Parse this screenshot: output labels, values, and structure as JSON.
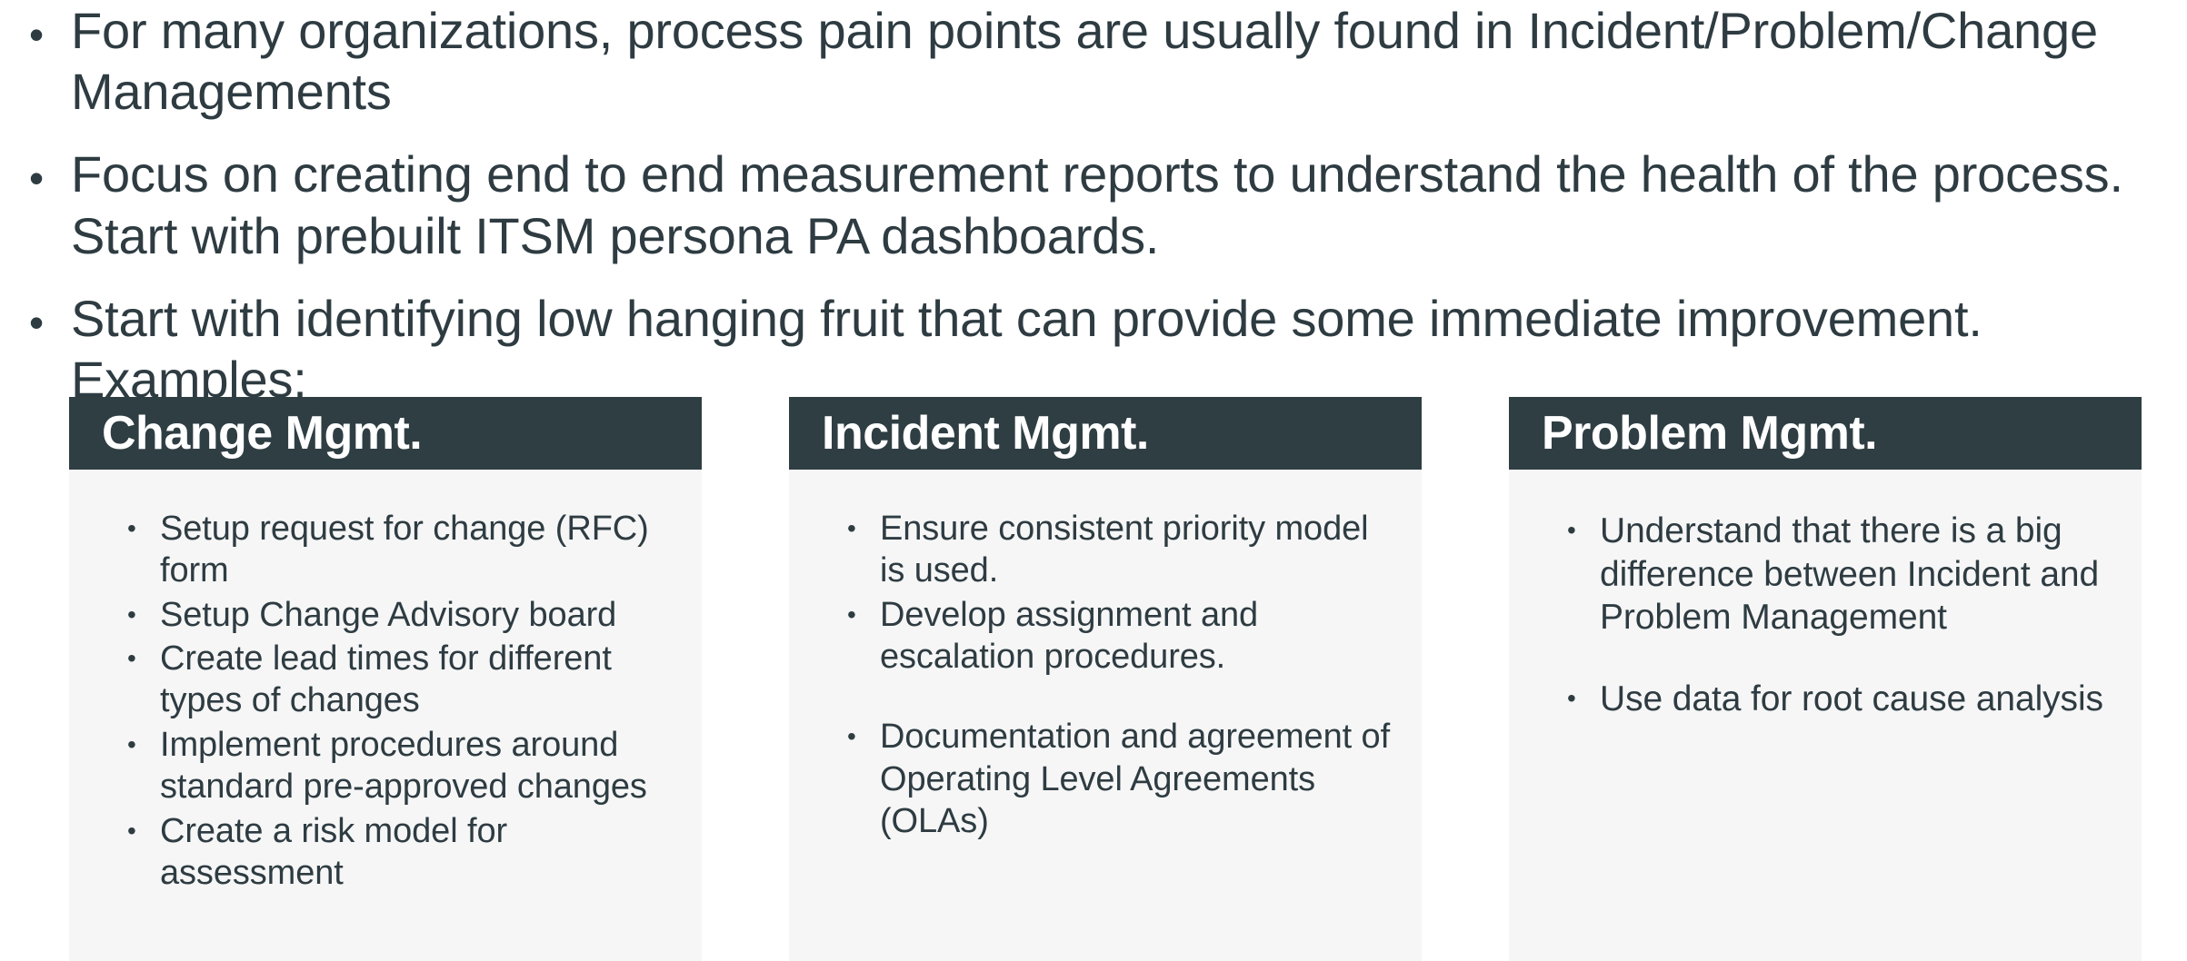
{
  "slide": {
    "background_color": "#FFFFFF",
    "text_color": "#2E3C42",
    "accent_color": "#2F3E43",
    "card_body_color": "#F6F6F6"
  },
  "intro": {
    "bullet_glyph": "•",
    "items": [
      "For many organizations, process pain points are usually found in Incident/Problem/Change Managements",
      "Focus on creating end to end measurement reports to understand the health of the process. Start with prebuilt ITSM persona PA dashboards.",
      "Start with identifying low hanging fruit that can provide some immediate improvement. Examples:"
    ]
  },
  "cards": [
    {
      "title": "Change Mgmt.",
      "bullet_glyph": "•",
      "items": [
        "Setup request for change (RFC) form",
        "Setup Change Advisory board",
        "Create lead times for different types of changes",
        "Implement procedures around standard pre-approved changes",
        "Create a risk model for assessment"
      ]
    },
    {
      "title": "Incident Mgmt.",
      "bullet_glyph": "•",
      "items": [
        "Ensure consistent priority model is used.",
        "Develop assignment and escalation procedures.",
        "Documentation and agreement of Operating Level Agreements (OLAs)"
      ]
    },
    {
      "title": "Problem Mgmt.",
      "bullet_glyph": "•",
      "items": [
        "Understand that there is a big difference between Incident and Problem Management",
        "Use data for root cause analysis"
      ]
    }
  ]
}
